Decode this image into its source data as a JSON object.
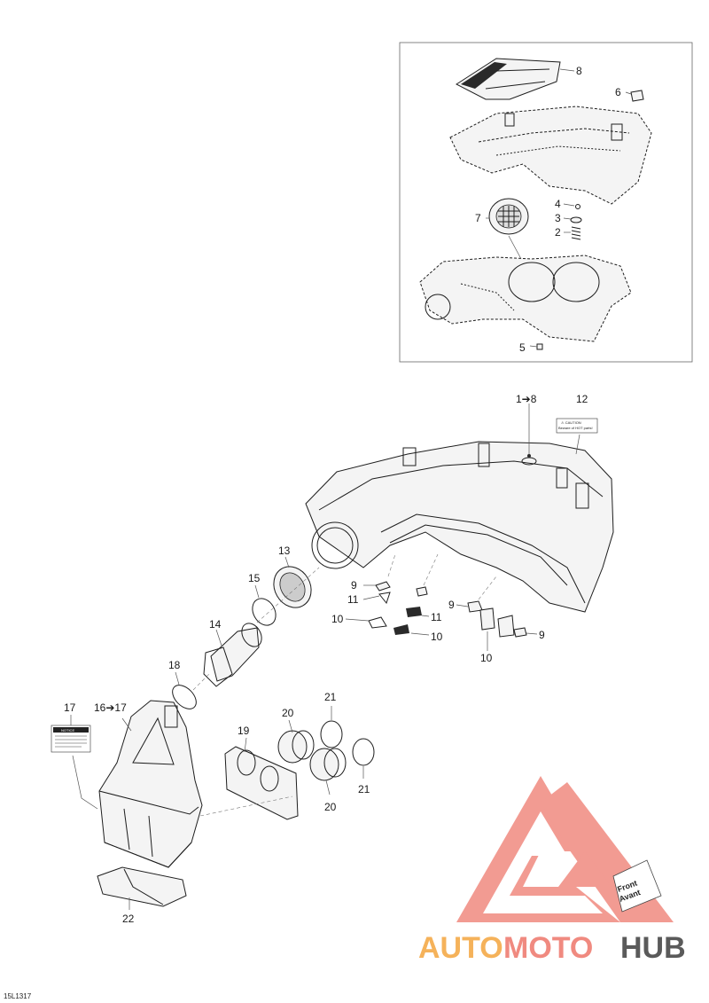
{
  "drawing_id": "15L1317",
  "callouts": {
    "c1_8": "1➔8",
    "c2": "2",
    "c3": "3",
    "c4": "4",
    "c5": "5",
    "c6": "6",
    "c7": "7",
    "c8": "8",
    "c9": "9",
    "c10": "10",
    "c11": "11",
    "c12": "12",
    "c13": "13",
    "c14": "14",
    "c15": "15",
    "c16_17": "16➔17",
    "c17": "17",
    "c18": "18",
    "c19": "19",
    "c20": "20",
    "c21": "21",
    "c22": "22"
  },
  "caution_label": {
    "line1": "⚠ CAUTION",
    "line2": "Beware of HOT parts!"
  },
  "notice_label": {
    "title": "NOTICE"
  },
  "front_tag": {
    "line1": "Front",
    "line2": "Avant"
  },
  "watermark": {
    "part1": "AUTO",
    "part2": "MOTO",
    "part3": "HUB"
  },
  "colors": {
    "watermark_salmon": "#f08a80",
    "watermark_orange": "#f5b25a",
    "watermark_grey": "#5a5a5a"
  }
}
